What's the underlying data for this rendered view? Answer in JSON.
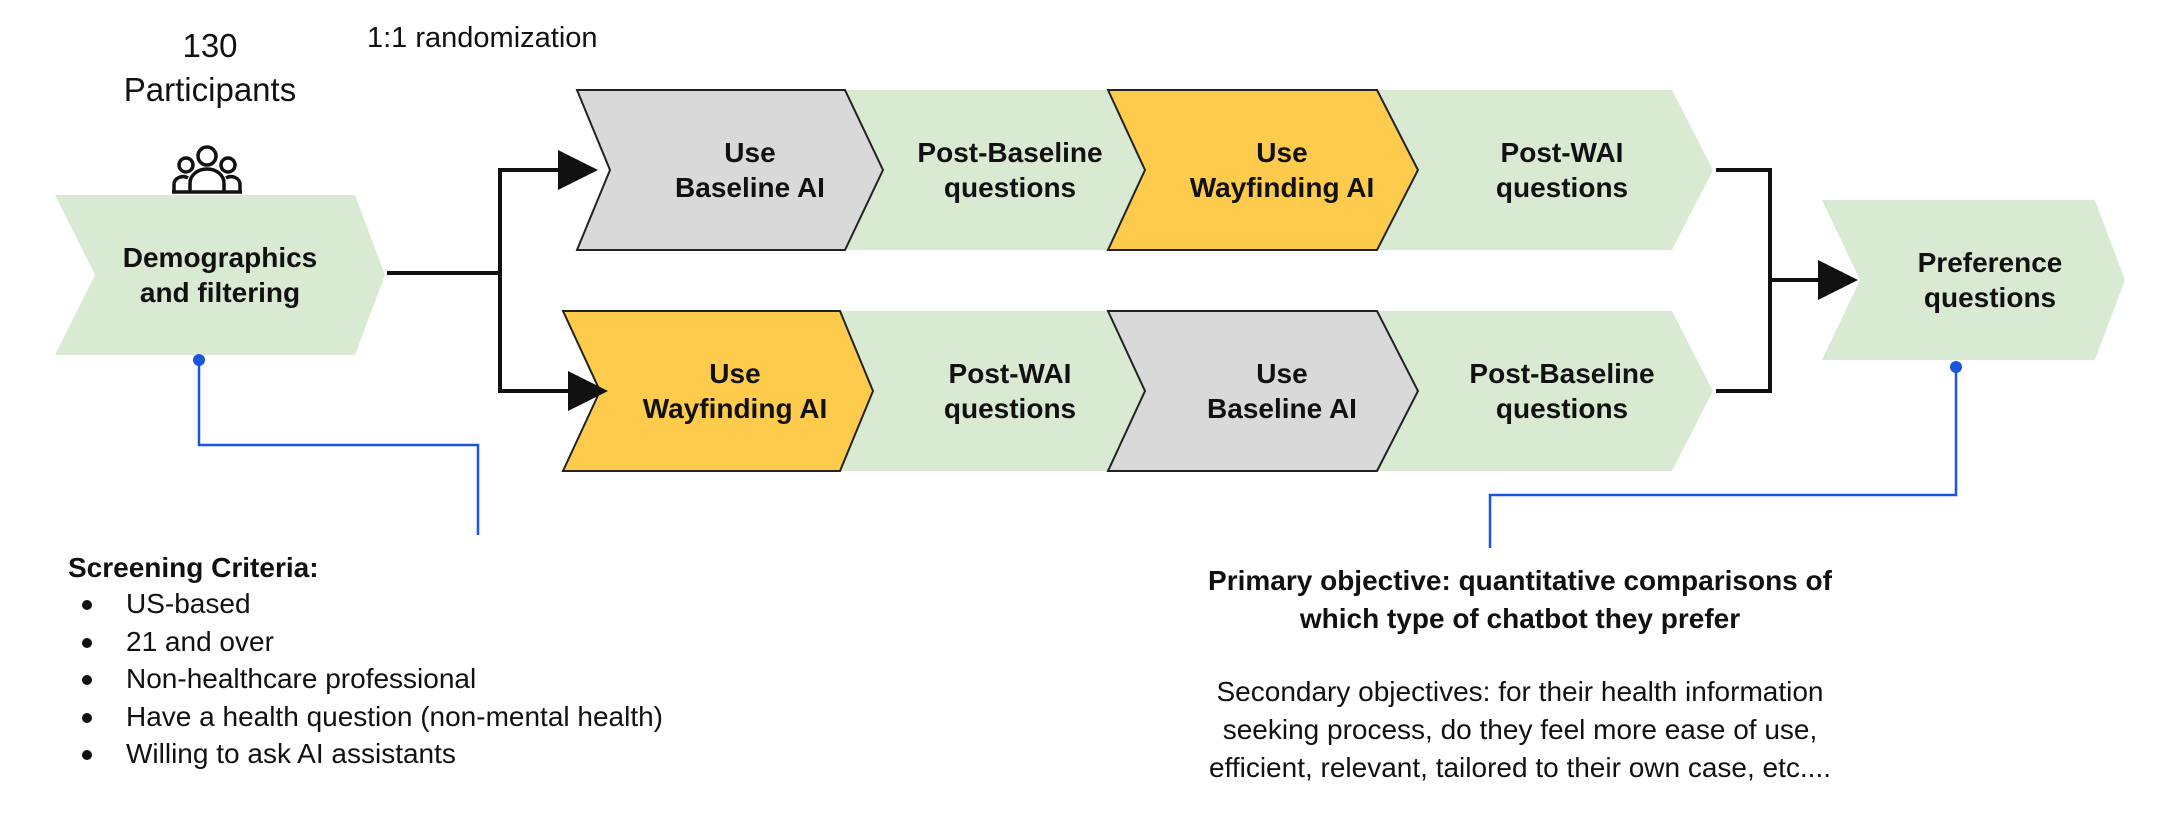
{
  "participants": {
    "count": "130",
    "label": "Participants"
  },
  "randomization": "1:1 randomization",
  "demographics": {
    "line1": "Demographics",
    "line2": "and filtering"
  },
  "arm_top": {
    "use1": {
      "line1": "Use",
      "line2": "Baseline AI"
    },
    "post1": {
      "line1": "Post-Baseline",
      "line2": "questions"
    },
    "use2": {
      "line1": "Use",
      "line2": "Wayfinding AI"
    },
    "post2": {
      "line1": "Post-WAI",
      "line2": "questions"
    }
  },
  "arm_bottom": {
    "use1": {
      "line1": "Use",
      "line2": "Wayfinding AI"
    },
    "post1": {
      "line1": "Post-WAI",
      "line2": "questions"
    },
    "use2": {
      "line1": "Use",
      "line2": "Baseline AI"
    },
    "post2": {
      "line1": "Post-Baseline",
      "line2": "questions"
    }
  },
  "preference": {
    "line1": "Preference",
    "line2": "questions"
  },
  "screening": {
    "title": "Screening Criteria:",
    "items": [
      "US-based",
      "21 and over",
      "Non-healthcare professional",
      "Have a health question (non-mental health)",
      "Willing to ask AI assistants"
    ]
  },
  "primary_objective": {
    "line1": "Primary objective: quantitative comparisons of",
    "line2": "which type of chatbot they prefer"
  },
  "secondary_objective": {
    "line1": "Secondary objectives: for their health information",
    "line2": "seeking process, do they feel more ease of use,",
    "line3": "efficient, relevant, tailored to their own case, etc...."
  },
  "colors": {
    "green": "#d9ead3",
    "gray": "#d9d9d9",
    "yellow": "#ffcb4c",
    "blue_connector": "#1a56db",
    "arrow": "#111111"
  },
  "icons": {
    "participants": "group-people-icon"
  }
}
